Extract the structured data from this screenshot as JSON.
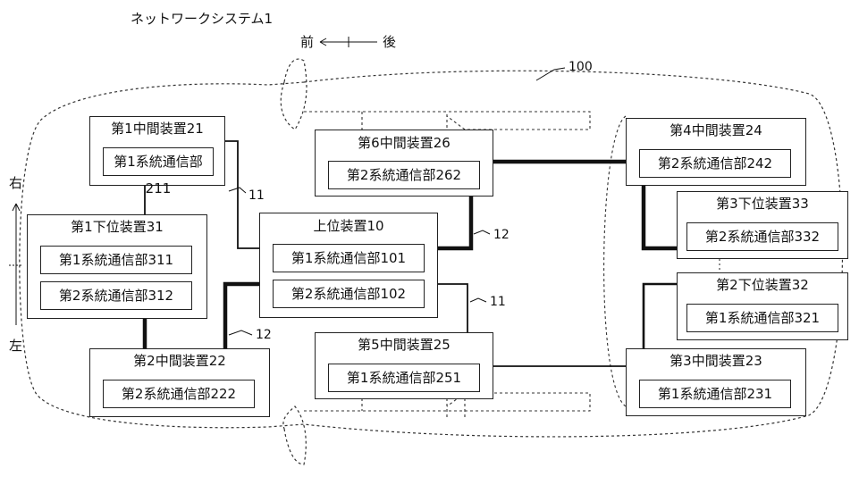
{
  "system_title": "ネットワークシステム1",
  "orientation": {
    "front": "前",
    "back": "後",
    "right": "右",
    "left": "左"
  },
  "vehicle_ref": "100",
  "line_refs": {
    "upper_left_11": "11",
    "right_12": "12",
    "right_11": "11",
    "lower_left_12": "12"
  },
  "devices": {
    "d21": {
      "title": "第1中間装置21",
      "units": [
        "第1系統通信部211"
      ]
    },
    "d26": {
      "title": "第6中間装置26",
      "units": [
        "第2系統通信部262"
      ]
    },
    "d24": {
      "title": "第4中間装置24",
      "units": [
        "第2系統通信部242"
      ]
    },
    "d31": {
      "title": "第1下位装置31",
      "units": [
        "第1系統通信部311",
        "第2系統通信部312"
      ]
    },
    "d10": {
      "title": "上位装置10",
      "units": [
        "第1系統通信部101",
        "第2系統通信部102"
      ]
    },
    "d33": {
      "title": "第3下位装置33",
      "units": [
        "第2系統通信部332"
      ]
    },
    "d32": {
      "title": "第2下位装置32",
      "units": [
        "第1系統通信部321"
      ]
    },
    "d22": {
      "title": "第2中間装置22",
      "units": [
        "第2系統通信部222"
      ]
    },
    "d25": {
      "title": "第5中間装置25",
      "units": [
        "第1系統通信部251"
      ]
    },
    "d23": {
      "title": "第3中間装置23",
      "units": [
        "第1系統通信部231"
      ]
    }
  }
}
